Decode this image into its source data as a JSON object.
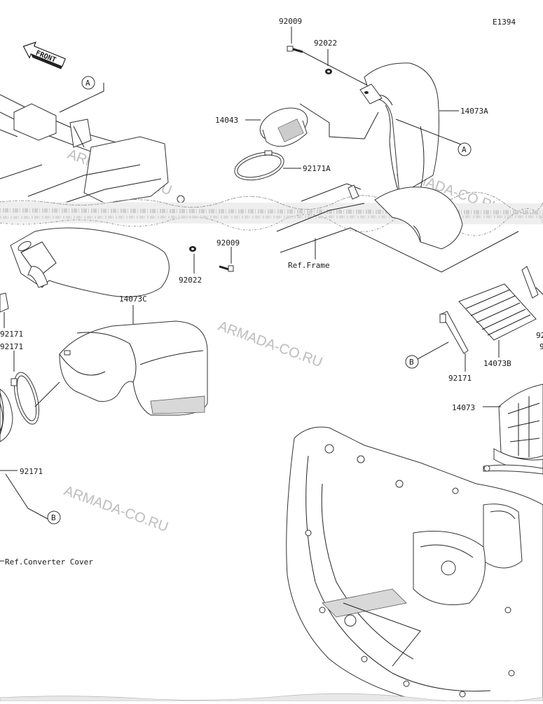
{
  "diagram": {
    "id": "E1394",
    "front_label": "FRONT",
    "callouts": {
      "a_top": "A",
      "a_right": "A",
      "b_left": "B",
      "b_right": "B"
    },
    "parts": {
      "p92009_top": "92009",
      "p92022_top": "92022",
      "p14043": "14043",
      "p14073A": "14073A",
      "p92171A": "92171A",
      "p92009_mid": "92009",
      "p92022_mid": "92022",
      "ref_frame": "Ref.Frame",
      "p14073C": "14073C",
      "p92171_a": "92171",
      "p92171_b": "92171",
      "p92171_c": "92171",
      "p92171_d": "92171",
      "p14073B": "14073B",
      "p14073": "14073",
      "ref_converter": "Ref.Converter Cover",
      "p92_cut1": "92",
      "p92_cut2": "9"
    },
    "watermark": "ARMADA-CO.RU"
  }
}
